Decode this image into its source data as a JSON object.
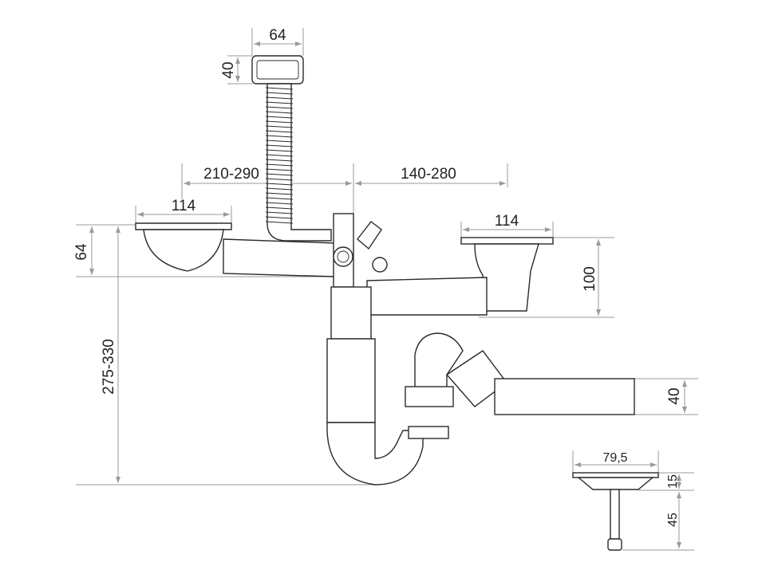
{
  "dimensions": {
    "overflow_width": "64",
    "overflow_height": "40",
    "left_distance": "210-290",
    "right_distance": "140-280",
    "left_strainer_diameter": "114",
    "right_strainer_diameter": "114",
    "left_depth": "64",
    "right_depth": "100",
    "total_height": "275-330",
    "outlet_diameter": "40",
    "basket_diameter": "79,5",
    "basket_height": "15",
    "stem_length": "45"
  },
  "colors": {
    "outline": "#2a2a2a",
    "dimension": "#9a9a9a"
  }
}
